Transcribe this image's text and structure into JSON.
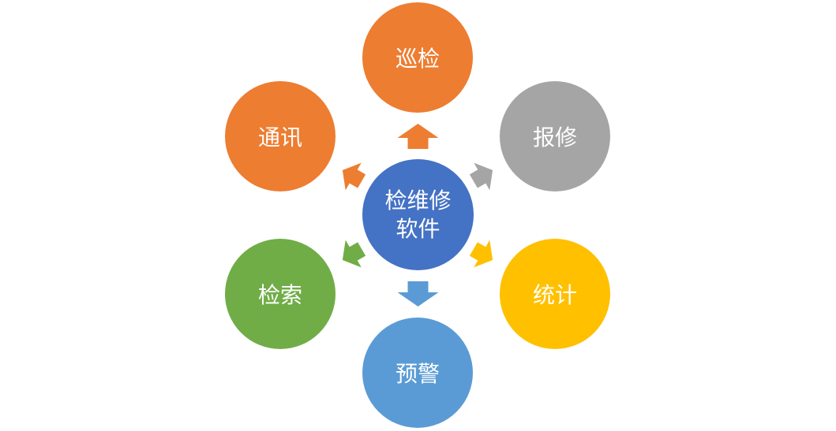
{
  "diagram": {
    "center": {
      "line1": "检维修",
      "line2": "软件",
      "color": "#4472C4"
    },
    "nodes": [
      {
        "id": "top",
        "label": "巡检",
        "color": "#ED7D31"
      },
      {
        "id": "top-right",
        "label": "报修",
        "color": "#A5A5A5"
      },
      {
        "id": "bottom-right",
        "label": "统计",
        "color": "#FFC000"
      },
      {
        "id": "bottom",
        "label": "预警",
        "color": "#5B9BD5"
      },
      {
        "id": "bottom-left",
        "label": "检索",
        "color": "#70AD47"
      },
      {
        "id": "top-left",
        "label": "通讯",
        "color": "#ED7D31"
      }
    ]
  }
}
